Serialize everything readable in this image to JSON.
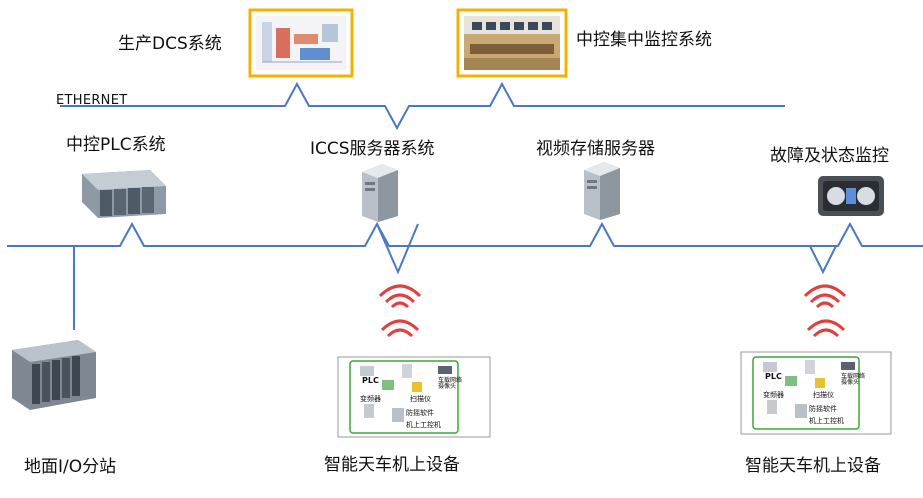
{
  "network": {
    "ethernet_label": "ETHERNET"
  },
  "nodes": {
    "dcs": {
      "label": "生产DCS系统"
    },
    "central_monitor": {
      "label": "中控集中监控系统"
    },
    "plc": {
      "label": "中控PLC系统"
    },
    "iccs": {
      "label": "ICCS服务器系统"
    },
    "video": {
      "label": "视频存储服务器"
    },
    "fault": {
      "label": "故障及状态监控"
    },
    "io": {
      "label": "地面I/O分站"
    },
    "crane_left": {
      "label": "智能天车机上设备"
    },
    "crane_right": {
      "label": "智能天车机上设备"
    }
  },
  "crane_panel": {
    "plc": "PLC",
    "inverter": "变频器",
    "camera": "车载网络\n摄像头",
    "scanner": "扫描仪",
    "software": "防摇软件",
    "pc": "机上工控机"
  },
  "colors": {
    "line": "#4a78c2",
    "highlight": "#f2b300",
    "signal": "#e04040",
    "panel_border": "#3aa63a"
  }
}
